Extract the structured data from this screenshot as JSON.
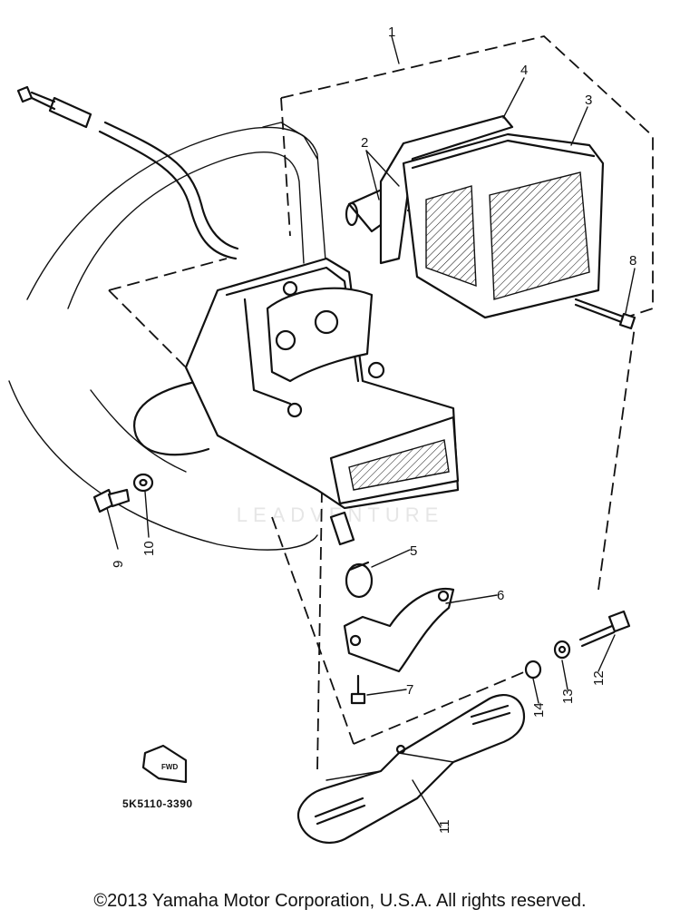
{
  "diagram": {
    "part_numbers": [
      "1",
      "2",
      "3",
      "4",
      "5",
      "6",
      "7",
      "8",
      "9",
      "10",
      "11",
      "12",
      "13",
      "14"
    ],
    "reference_code": "5K5110-3390",
    "forward_marker": "FWD",
    "watermark": "LEADVENTURE"
  },
  "footer": {
    "copyright": "©2013 Yamaha Motor Corporation, U.S.A. All rights reserved."
  },
  "colors": {
    "line": "#111111",
    "background": "#ffffff",
    "watermark": "#e6e6e6"
  }
}
